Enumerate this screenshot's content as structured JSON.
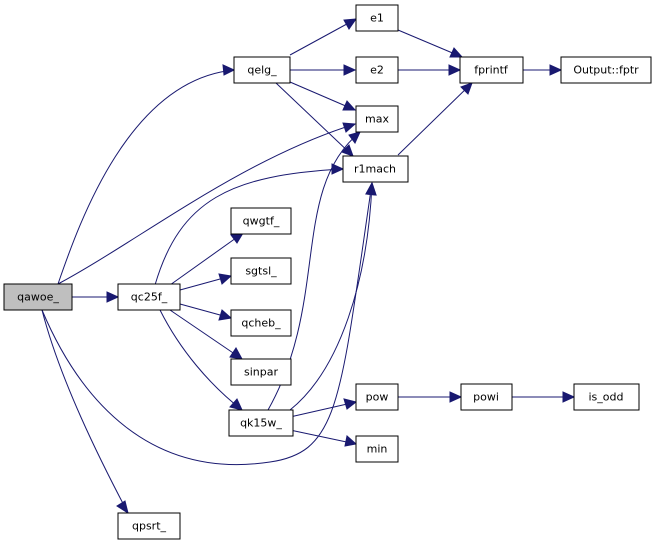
{
  "graph": {
    "edge_color": "#191970",
    "root_fill": "#bfbfbf",
    "nodes": [
      {
        "id": "qawoe_",
        "label": "qawoe_",
        "root": true
      },
      {
        "id": "qelg_",
        "label": "qelg_"
      },
      {
        "id": "e1",
        "label": "e1"
      },
      {
        "id": "e2",
        "label": "e2"
      },
      {
        "id": "fprintf",
        "label": "fprintf"
      },
      {
        "id": "output_fptr",
        "label": "Output::fptr"
      },
      {
        "id": "max",
        "label": "max"
      },
      {
        "id": "r1mach",
        "label": "r1mach"
      },
      {
        "id": "qc25f_",
        "label": "qc25f_"
      },
      {
        "id": "qwgtf_",
        "label": "qwgtf_"
      },
      {
        "id": "sgtsl_",
        "label": "sgtsl_"
      },
      {
        "id": "qcheb_",
        "label": "qcheb_"
      },
      {
        "id": "sinpar",
        "label": "sinpar"
      },
      {
        "id": "qk15w_",
        "label": "qk15w_"
      },
      {
        "id": "pow",
        "label": "pow"
      },
      {
        "id": "powi",
        "label": "powi"
      },
      {
        "id": "is_odd",
        "label": "is_odd"
      },
      {
        "id": "min",
        "label": "min"
      },
      {
        "id": "qpsrt_",
        "label": "qpsrt_"
      }
    ],
    "edges": [
      {
        "from": "qawoe_",
        "to": "qelg_"
      },
      {
        "from": "qawoe_",
        "to": "max"
      },
      {
        "from": "qawoe_",
        "to": "qc25f_"
      },
      {
        "from": "qawoe_",
        "to": "r1mach"
      },
      {
        "from": "qawoe_",
        "to": "qpsrt_"
      },
      {
        "from": "qelg_",
        "to": "e1"
      },
      {
        "from": "qelg_",
        "to": "e2"
      },
      {
        "from": "qelg_",
        "to": "max"
      },
      {
        "from": "qelg_",
        "to": "r1mach"
      },
      {
        "from": "e1",
        "to": "fprintf"
      },
      {
        "from": "e2",
        "to": "fprintf"
      },
      {
        "from": "fprintf",
        "to": "output_fptr"
      },
      {
        "from": "r1mach",
        "to": "fprintf"
      },
      {
        "from": "qc25f_",
        "to": "r1mach"
      },
      {
        "from": "qc25f_",
        "to": "qwgtf_"
      },
      {
        "from": "qc25f_",
        "to": "sgtsl_"
      },
      {
        "from": "qc25f_",
        "to": "qcheb_"
      },
      {
        "from": "qc25f_",
        "to": "sinpar"
      },
      {
        "from": "qc25f_",
        "to": "qk15w_"
      },
      {
        "from": "qk15w_",
        "to": "max"
      },
      {
        "from": "qk15w_",
        "to": "r1mach"
      },
      {
        "from": "qk15w_",
        "to": "pow"
      },
      {
        "from": "qk15w_",
        "to": "min"
      },
      {
        "from": "pow",
        "to": "powi"
      },
      {
        "from": "powi",
        "to": "is_odd"
      }
    ]
  }
}
